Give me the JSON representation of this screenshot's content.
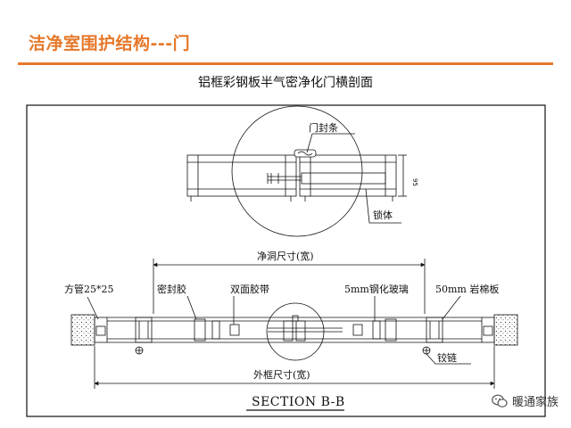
{
  "slide": {
    "title": "洁净室围护结构---门",
    "accent_color": "#e6782a"
  },
  "drawing": {
    "title": "铝框彩钢板半气密净化门横剖面",
    "labels": {
      "door_seal": "门封条",
      "lock_body": "锁体",
      "dim_height": "95",
      "clear_opening": "净洞尺寸(宽)",
      "square_tube": "方管25*25",
      "sealant": "密封胶",
      "double_tape": "双面胶带",
      "glass": "5mm钢化玻璃",
      "rock_wool": "50mm 岩棉板",
      "hinge": "铰链",
      "outer_frame": "外框尺寸(宽)",
      "section": "SECTION B-B"
    }
  },
  "watermark": {
    "text": "暖通家族",
    "icon": "wechat-icon"
  }
}
